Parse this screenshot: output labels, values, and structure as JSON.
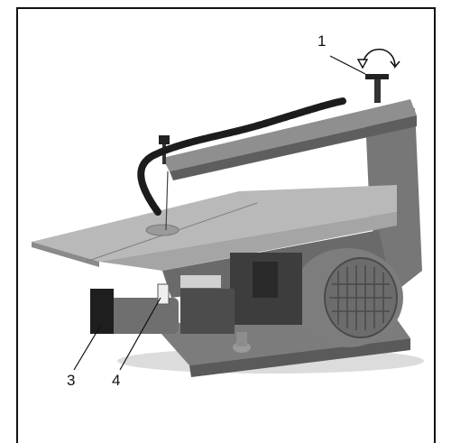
{
  "callouts": {
    "c1": "1",
    "c3": "3",
    "c4": "4"
  },
  "colors": {
    "frame": "#111111",
    "machine_body": "#8a8a8a",
    "machine_dark": "#3a3a3a",
    "table_top": "#b9b9b9",
    "background": "#ffffff"
  },
  "icons": {
    "rotate_arrow": "curved-arrow-icon"
  }
}
